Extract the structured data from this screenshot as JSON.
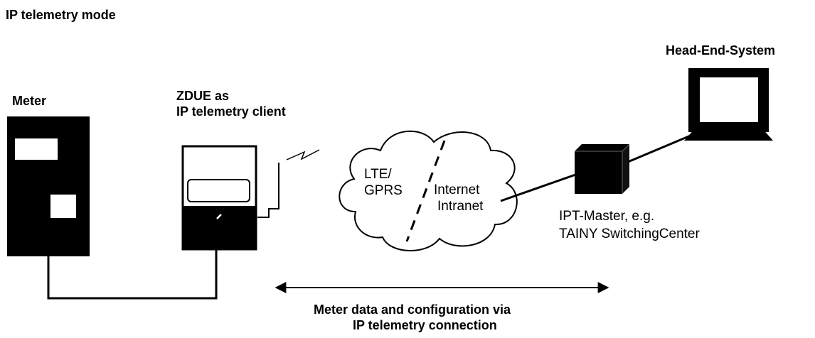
{
  "title": "IP telemetry mode",
  "nodes": {
    "meter": {
      "label": "Meter"
    },
    "zdue": {
      "label_line1": "ZDUE as",
      "label_line2": "IP telemetry client"
    },
    "cloud": {
      "left_line1": "LTE/",
      "left_line2": "GPRS",
      "right_line1": "Internet",
      "right_line2": "Intranet"
    },
    "ipt_master": {
      "label_line1": "IPT-Master, e.g.",
      "label_line2": "TAINY SwitchingCenter"
    },
    "head_end": {
      "label": "Head-End-System"
    }
  },
  "connection": {
    "label_line1": "Meter data and configuration via",
    "label_line2": "IP telemetry connection"
  },
  "colors": {
    "stroke": "#000000",
    "fill": "#000000",
    "background": "#ffffff"
  }
}
